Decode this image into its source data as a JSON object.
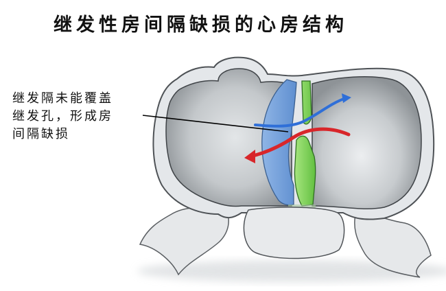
{
  "title": "继发性房间隔缺损的心房结构",
  "annotation": {
    "lines": [
      "继发隔未能覆盖",
      "继发孔，形成房",
      "间隔缺损"
    ]
  },
  "colors": {
    "septum_secundum": "#6f9fd8",
    "septum_primum": "#7fd45a",
    "oxygenated_flow": "#d8262a",
    "deoxygenated_flow": "#2f6fd8",
    "atrial_wall": "#e4e7ea",
    "atrial_cavity": "#b9bec2"
  },
  "structures": [
    {
      "name": "left-atrium"
    },
    {
      "name": "right-atrium"
    },
    {
      "name": "septum-secundum",
      "color": "blue"
    },
    {
      "name": "septum-primum",
      "color": "green"
    },
    {
      "name": "blood-flow-red-arrow",
      "direction": "right-to-left"
    },
    {
      "name": "blood-flow-blue-arrow",
      "direction": "left-to-right"
    }
  ]
}
